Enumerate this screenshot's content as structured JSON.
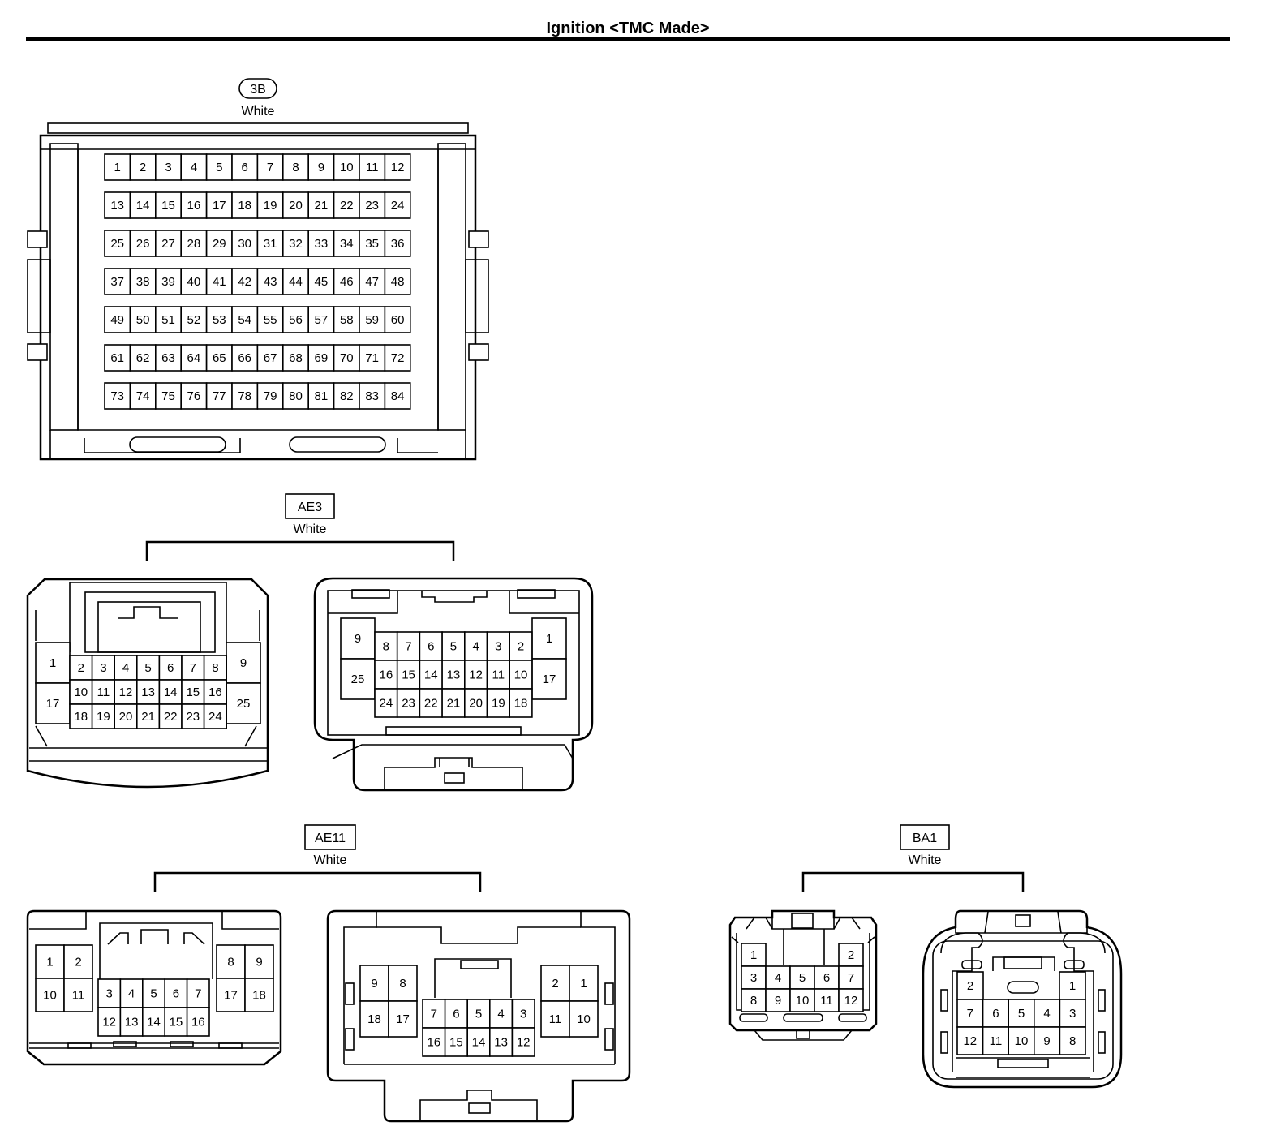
{
  "page": {
    "title": "Ignition <TMC Made>"
  },
  "connectors": [
    {
      "id": "3b",
      "code": "3B",
      "color": "White",
      "views": [
        {
          "pins": [
            [
              "1",
              "2",
              "3",
              "4",
              "5",
              "6",
              "7",
              "8",
              "9",
              "10",
              "11",
              "12"
            ],
            [
              "13",
              "14",
              "15",
              "16",
              "17",
              "18",
              "19",
              "20",
              "21",
              "22",
              "23",
              "24"
            ],
            [
              "25",
              "26",
              "27",
              "28",
              "29",
              "30",
              "31",
              "32",
              "33",
              "34",
              "35",
              "36"
            ],
            [
              "37",
              "38",
              "39",
              "40",
              "41",
              "42",
              "43",
              "44",
              "45",
              "46",
              "47",
              "48"
            ],
            [
              "49",
              "50",
              "51",
              "52",
              "53",
              "54",
              "55",
              "56",
              "57",
              "58",
              "59",
              "60"
            ],
            [
              "61",
              "62",
              "63",
              "64",
              "65",
              "66",
              "67",
              "68",
              "69",
              "70",
              "71",
              "72"
            ],
            [
              "73",
              "74",
              "75",
              "76",
              "77",
              "78",
              "79",
              "80",
              "81",
              "82",
              "83",
              "84"
            ]
          ]
        }
      ]
    },
    {
      "id": "ae3",
      "code": "AE3",
      "color": "White",
      "views": [
        {
          "side_left": [
            "1",
            "17"
          ],
          "side_right": [
            "9",
            "25"
          ],
          "pins": [
            [
              "2",
              "3",
              "4",
              "5",
              "6",
              "7",
              "8"
            ],
            [
              "10",
              "11",
              "12",
              "13",
              "14",
              "15",
              "16"
            ],
            [
              "18",
              "19",
              "20",
              "21",
              "22",
              "23",
              "24"
            ]
          ]
        },
        {
          "side_left": [
            "9",
            "25"
          ],
          "side_right": [
            "1",
            "17"
          ],
          "pins": [
            [
              "8",
              "7",
              "6",
              "5",
              "4",
              "3",
              "2"
            ],
            [
              "16",
              "15",
              "14",
              "13",
              "12",
              "11",
              "10"
            ],
            [
              "24",
              "23",
              "22",
              "21",
              "20",
              "19",
              "18"
            ]
          ]
        }
      ]
    },
    {
      "id": "ae11",
      "code": "AE11",
      "color": "White",
      "views": [
        {
          "block_left": [
            [
              "1",
              "2"
            ],
            [
              "10",
              "11"
            ]
          ],
          "block_right": [
            [
              "8",
              "9"
            ],
            [
              "17",
              "18"
            ]
          ],
          "pins": [
            [
              "3",
              "4",
              "5",
              "6",
              "7"
            ],
            [
              "12",
              "13",
              "14",
              "15",
              "16"
            ]
          ]
        },
        {
          "block_left": [
            [
              "9",
              "8"
            ],
            [
              "18",
              "17"
            ]
          ],
          "block_right": [
            [
              "2",
              "1"
            ],
            [
              "11",
              "10"
            ]
          ],
          "pins": [
            [
              "7",
              "6",
              "5",
              "4",
              "3"
            ],
            [
              "16",
              "15",
              "14",
              "13",
              "12"
            ]
          ]
        }
      ]
    },
    {
      "id": "ba1",
      "code": "BA1",
      "color": "White",
      "views": [
        {
          "top": [
            "1",
            "2"
          ],
          "pins": [
            [
              "3",
              "4",
              "5",
              "6",
              "7"
            ],
            [
              "8",
              "9",
              "10",
              "11",
              "12"
            ]
          ]
        },
        {
          "top": [
            "2",
            "1"
          ],
          "pins": [
            [
              "7",
              "6",
              "5",
              "4",
              "3"
            ],
            [
              "12",
              "11",
              "10",
              "9",
              "8"
            ]
          ]
        }
      ]
    }
  ]
}
